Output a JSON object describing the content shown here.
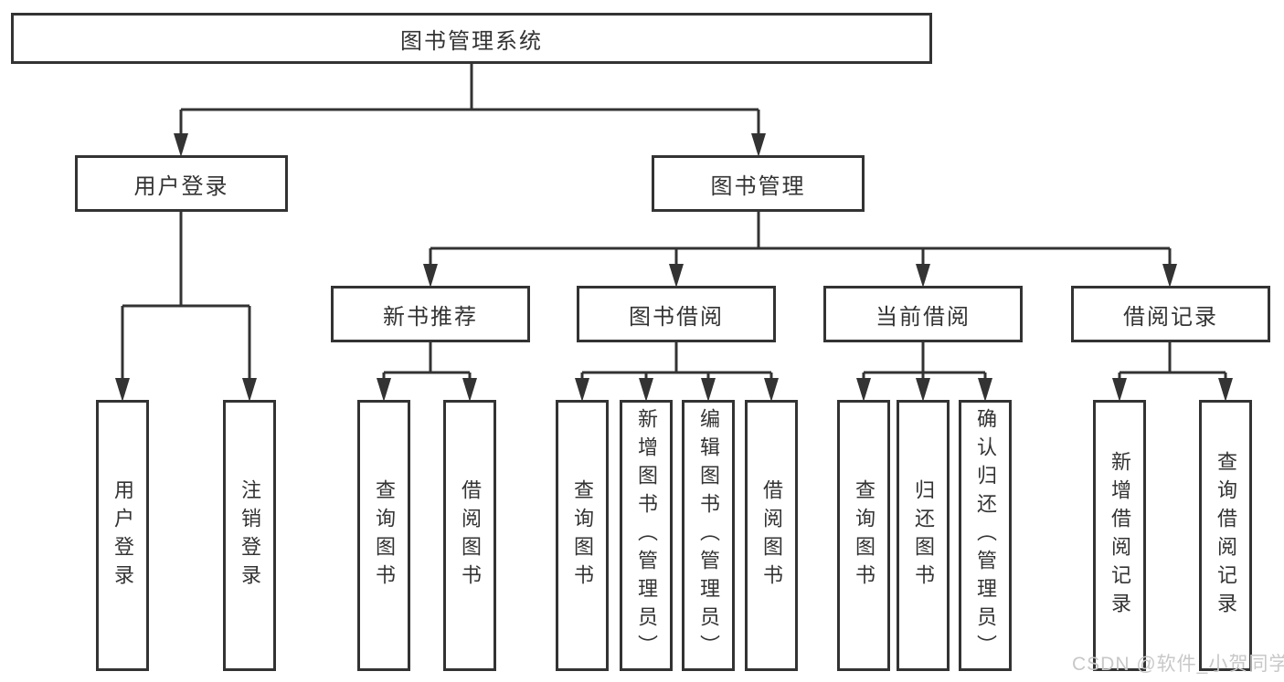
{
  "diagram": {
    "title": "图书管理系统",
    "colors": {
      "line": "#333333",
      "text": "#333333",
      "box_background": "#ffffff",
      "watermark_text": "#c8c8c8"
    },
    "root": {
      "label": "图书管理系统"
    },
    "level2": [
      {
        "label": "用户登录"
      },
      {
        "label": "图书管理"
      }
    ],
    "level3": [
      {
        "label": "新书推荐",
        "parent": "图书管理"
      },
      {
        "label": "图书借阅",
        "parent": "图书管理"
      },
      {
        "label": "当前借阅",
        "parent": "图书管理"
      },
      {
        "label": "借阅记录",
        "parent": "图书管理"
      }
    ],
    "leaves": [
      {
        "label": "用户登录",
        "parent": "用户登录"
      },
      {
        "label": "注销登录",
        "parent": "用户登录"
      },
      {
        "label": "查询图书",
        "parent": "新书推荐"
      },
      {
        "label": "借阅图书",
        "parent": "新书推荐"
      },
      {
        "label": "查询图书",
        "parent": "图书借阅"
      },
      {
        "label": "新增图书（管理员）",
        "parent": "图书借阅"
      },
      {
        "label": "编辑图书（管理员）",
        "parent": "图书借阅"
      },
      {
        "label": "借阅图书",
        "parent": "图书借阅"
      },
      {
        "label": "查询图书",
        "parent": "当前借阅"
      },
      {
        "label": "归还图书",
        "parent": "当前借阅"
      },
      {
        "label": "确认归还（管理员）",
        "parent": "当前借阅"
      },
      {
        "label": "新增借阅记录",
        "parent": "借阅记录"
      },
      {
        "label": "查询借阅记录",
        "parent": "借阅记录"
      }
    ]
  },
  "watermark": {
    "label": "CSDN @软件_小贺同学"
  }
}
